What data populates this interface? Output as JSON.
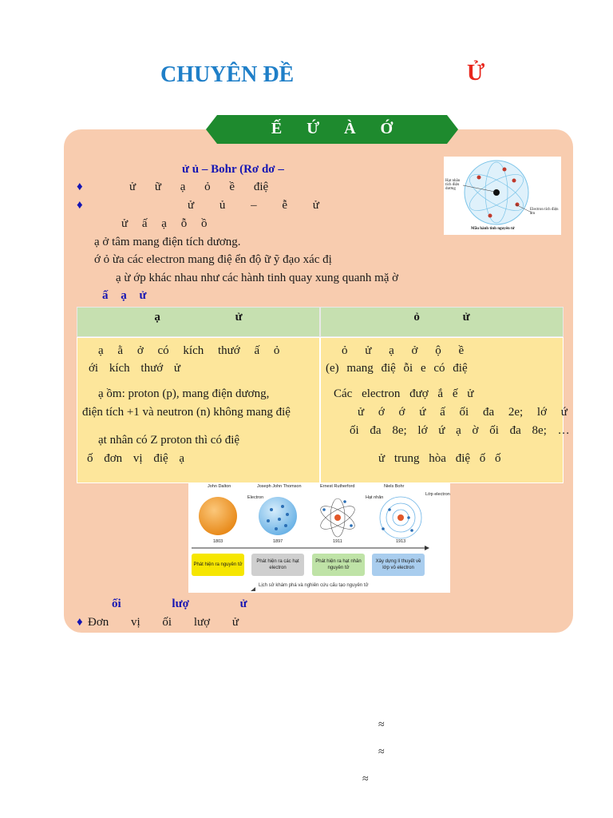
{
  "header": {
    "title_left": "CHUYÊN ĐỀ",
    "title_right": "Ử"
  },
  "ribbon": {
    "text": "Ế Ứ À Ớ"
  },
  "section1": {
    "heading": "ử ủ – Bohr (Rơ dơ –",
    "bullet1": "ử ữ ạ ỏ ề điệ",
    "bullet2": "ử ủ – ễ ử",
    "line3": "ử ấ ạ ỗ ồ",
    "line4": "ạ ở tâm mang điện tích dương.",
    "line5": "ớ ỏ ừa các electron mang điệ ển độ ữ ỹ đạo xác đị",
    "line6": "ạ ừ ớp khác nhau như các hành tinh quay xung quanh mặ ờ",
    "line7": "ấ ạ ử"
  },
  "figure_top": {
    "label_nucleus": "Hạt nhân tích điện dương",
    "label_electron": "Electron tích điện âm",
    "caption": "Mẫu hành tinh nguyên tử"
  },
  "table": {
    "headers": [
      "ạ ử",
      "ỏ ử"
    ],
    "left": [
      "ạ ằ ở có kích thướ ấ ỏ",
      "ới kích thướ ử",
      "ạ ồm: proton (p), mang điện dương,",
      "điện tích +1 và neutron (n) không mang điệ",
      "ạt nhân có Z proton thì có điệ",
      "ố đơn vị điệ ạ"
    ],
    "right": [
      "ỏ ử ạ ở ộ ề",
      "(e) mang điệ ỗi e có điệ",
      "Các electron đượ ắ ế ử",
      "ử ớ ớ ứ ấ ối đa 2e; lớ ứ",
      "ối đa 8e; lớ ứ ạ ờ ối đa 8e; …",
      "ử trung hòa điệ ố ố"
    ]
  },
  "figure_bottom": {
    "scientists": [
      "John Dalton",
      "Joseph John Thomson",
      "Ernest Rutherford",
      "Niels Bohr"
    ],
    "years": [
      "1803",
      "1897",
      "1911",
      "1913"
    ],
    "labels": {
      "electron": "Electron",
      "nucleus": "Hạt nhân",
      "shell": "Lớp electron"
    },
    "boxes": [
      "Phát hiện ra nguyên tử",
      "Phát hiện ra các hạt electron",
      "Phát hiện ra hạt nhân nguyên tử",
      "Xây dựng lí thuyết về lớp vỏ electron"
    ],
    "box_colors": [
      "#f6e600",
      "#cfcfcf",
      "#bfe3a7",
      "#a9cdee"
    ],
    "caption": "Lịch sử khám phá và nghiên cứu cấu tạo nguyên tử"
  },
  "section2": {
    "heading": "ối lượ ử",
    "bullet": "Đơn vị ối lượ ử"
  },
  "footer": {
    "approx": [
      "≈",
      "≈",
      "≈"
    ]
  },
  "colors": {
    "title_blue": "#1f7fc8",
    "title_red": "#e8261c",
    "ribbon_green": "#1e8a2e",
    "panel": "#f8ccaf",
    "th": "#c6e0b0",
    "td": "#fde69b",
    "text_blue": "#1515b3"
  }
}
